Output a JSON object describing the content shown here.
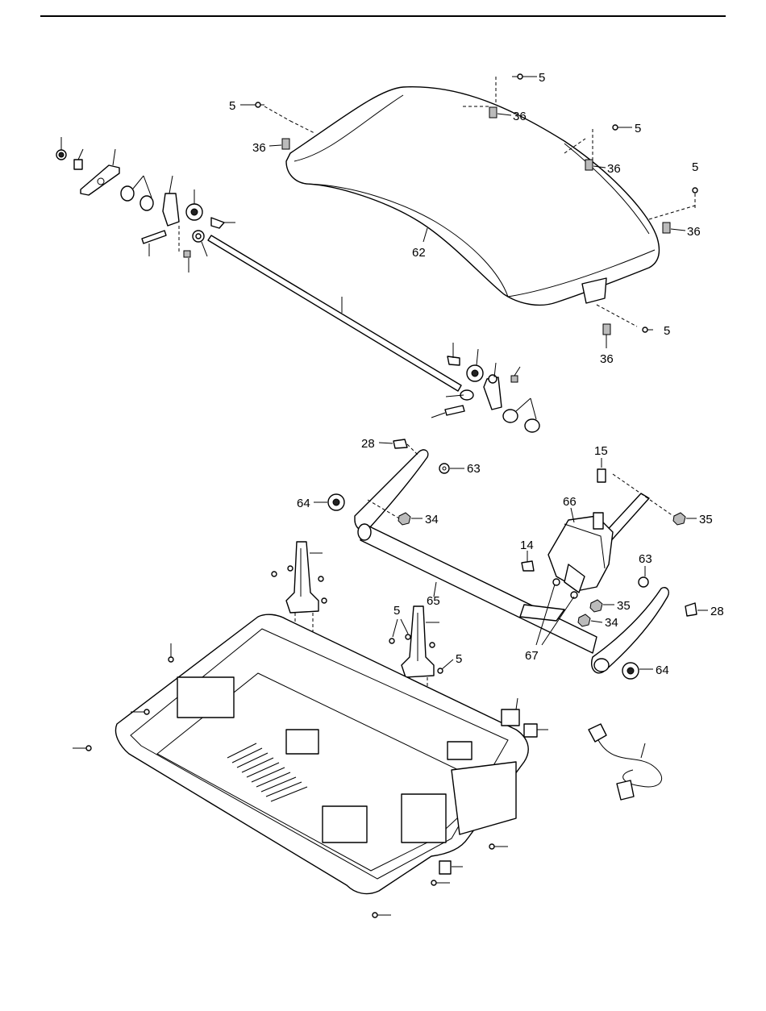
{
  "diagram": {
    "callouts": {
      "c5a": "5",
      "c5b": "5",
      "c5c": "5",
      "c5d": "5",
      "c5e": "5",
      "c5f": "5",
      "c5g": "5",
      "c36a": "36",
      "c36b": "36",
      "c36c": "36",
      "c36d": "36",
      "c36e": "36",
      "c62": "62",
      "c28a": "28",
      "c28b": "28",
      "c63a": "63",
      "c63b": "63",
      "c64a": "64",
      "c64b": "64",
      "c34a": "34",
      "c34b": "34",
      "c35a": "35",
      "c35b": "35",
      "c15": "15",
      "c66": "66",
      "c14": "14",
      "c65": "65",
      "c67": "67"
    }
  }
}
